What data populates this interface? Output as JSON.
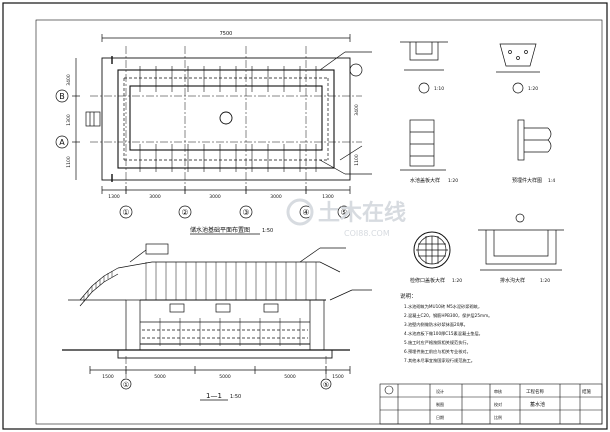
{
  "plan": {
    "title": "储水池基础平面布置图",
    "scale": "1:50",
    "axes_h": [
      "①",
      "②",
      "③",
      "④",
      "⑤"
    ],
    "axes_v": [
      "B",
      "A"
    ],
    "dims_bottom": [
      "1300",
      "3000",
      "3000",
      "3000",
      "1300"
    ],
    "dims_left": [
      "3400",
      "1300",
      "1100"
    ],
    "dims_right": [
      "3400",
      "1100"
    ],
    "top_label": "7500"
  },
  "section": {
    "title": "1—1",
    "scale": "1:50",
    "dims_bottom": [
      "1500",
      "5000",
      "5000",
      "5000",
      "1500"
    ]
  },
  "details": {
    "a_scale": "1:10",
    "b_scale": "1:20",
    "c_title": "水池盖板大样",
    "c_scale": "1:20",
    "d_title": "预埋件大样图",
    "d_scale": "1:4",
    "e_title": "检修口盖板大样",
    "e_scale": "1:20",
    "f_title": "排水沟大样",
    "f_scale": "1:20"
  },
  "notes": {
    "title": "说明：",
    "lines": [
      "1.水池砌筑为MU10砖 M5水泥砂浆砌筑，",
      "2.混凝土C20，钢筋HPB300，保护层25mm。",
      "3.池壁内侧做防水砂浆抹面20厚。",
      "4.水池底板下做100厚C15素混凝土垫层。",
      "5.施工时应严格按照相关规范执行。",
      "6.预埋件施工前应与相关专业核对。",
      "7.其他未尽事宜按国家现行规范施工。"
    ]
  },
  "title_block": {
    "project": "工程名称",
    "drawing": "蓄水池",
    "type": "结施",
    "row1": [
      "设计",
      "审核"
    ],
    "row2": [
      "制图",
      "校对"
    ],
    "row3": [
      "日期",
      "比例"
    ]
  },
  "watermark": "土木在线",
  "watermark_sub": "COI88.COM",
  "colors": {
    "line": "#111111",
    "paper": "#ffffff"
  }
}
